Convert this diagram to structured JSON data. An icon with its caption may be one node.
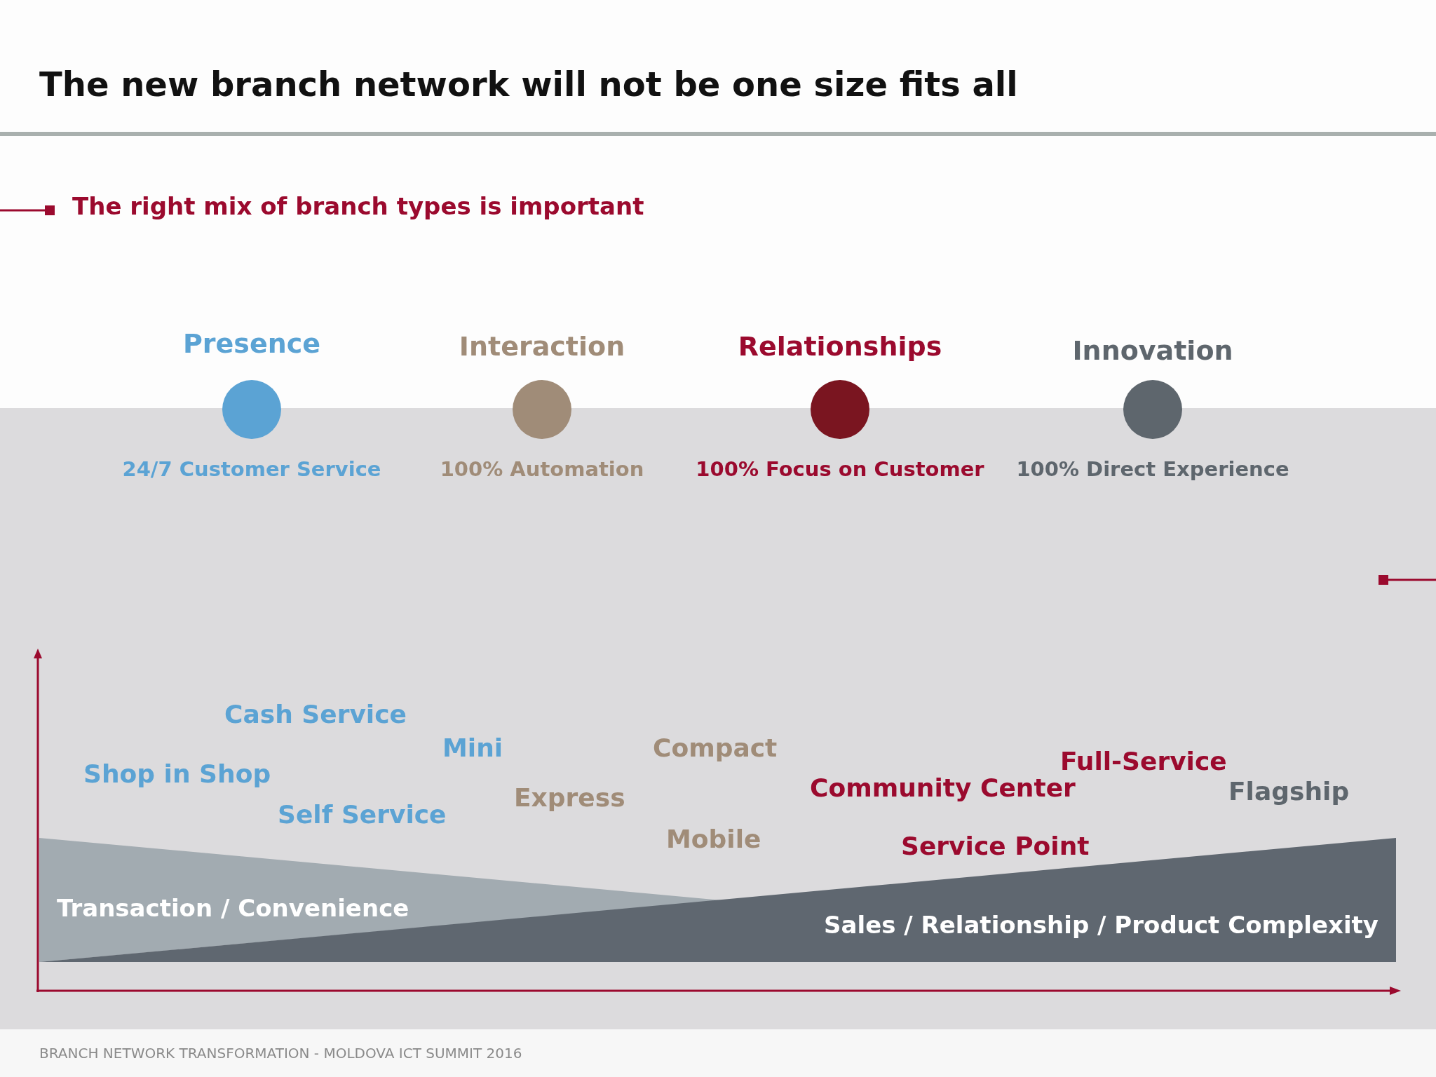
{
  "diagram": {
    "title": "The new branch network will not be one size fits all",
    "nodes": [
      {
        "text": [
          "Presence",
          "24/7 Customer Service"
        ]
      },
      {
        "text": [
          "Interaction",
          "100% Automation"
        ]
      },
      {
        "text": [
          "Relationships",
          "100% Focus on Customer"
        ]
      },
      {
        "text": [
          "Innovation",
          "100% Direct Experience"
        ]
      },
      {
        "text": [
          "Transaction / Convenience"
        ]
      },
      {
        "text": [
          "Sales / Relationship / Product Complexity"
        ]
      }
    ],
    "edges": [],
    "labels": [
      "The right mix of branch types is important",
      "Cash Service",
      "Mini",
      "Compact",
      "Full-Service",
      "Shop in Shop",
      "Express",
      "Community Center",
      "Flagship",
      "Self Service",
      "Mobile",
      "Service Point",
      "BRANCH NETWORK TRANSFORMATION - MOLDOVA ICT SUMMIT 2016"
    ]
  }
}
